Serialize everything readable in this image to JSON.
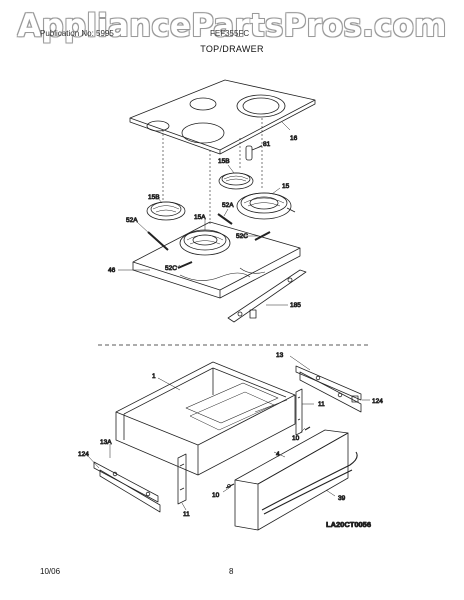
{
  "watermark": "AppliancePartsPros.com",
  "header": {
    "left": "Publication No: 5995",
    "right": "FEF355FC"
  },
  "title": "TOP/DRAWER",
  "top_section": {
    "labels": {
      "glass_top": "16",
      "switch": "81",
      "el_rear_left": "15B",
      "el_left": "15B",
      "el_right": "15",
      "el_center": "15A",
      "bracket_left": "52A",
      "bracket_mid": "52A",
      "clip_right": "52C",
      "clip_front": "52C",
      "frame": "46",
      "side_rail": "185"
    }
  },
  "bottom_section": {
    "labels": {
      "drawer_body": "1",
      "slide_right": "13",
      "slide_right_sub": "124",
      "bracket_right": "11",
      "screw_right": "10",
      "handle": "4",
      "slide_left": "13A",
      "slide_left_sub": "124",
      "bracket_left": "11",
      "screw_left": "10",
      "front_panel": "39"
    },
    "drawing_code": "LA20CT0056"
  },
  "footer": {
    "date": "10/06",
    "page": "8"
  }
}
